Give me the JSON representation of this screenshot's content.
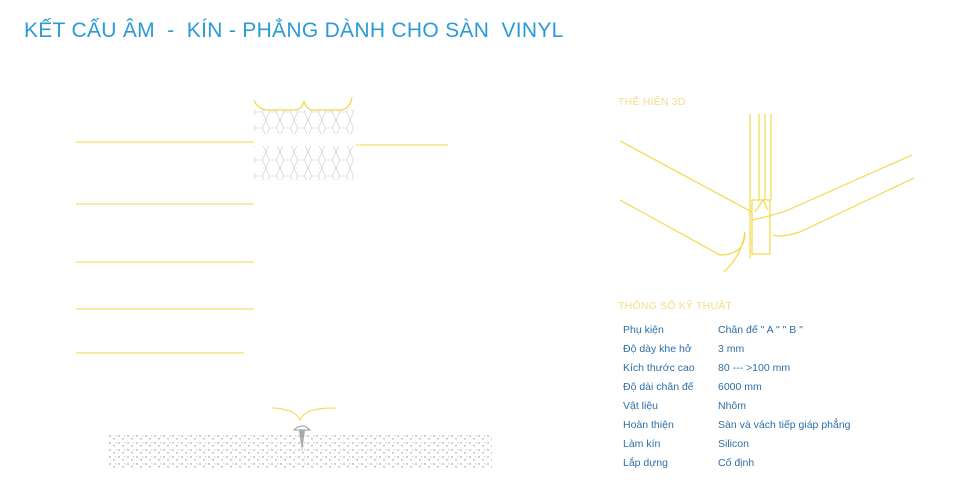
{
  "title": "KẾT CẤU ÂM  -  KÍN - PHẲNG DÀNH CHO SÀN  VINYL",
  "view3d_label": "THỂ HIỆN 3D",
  "specs_label": "THÔNG SỐ KỸ THUẬT",
  "specs": [
    {
      "key": "Phụ kiện",
      "value": "Chân đế \" A \" \" B \""
    },
    {
      "key": "Độ dày khe hở",
      "value": "3 mm"
    },
    {
      "key": "Kích thước cao",
      "value": "80 --- >100 mm"
    },
    {
      "key": "Độ dài chân đế",
      "value": "6000 mm"
    },
    {
      "key": "Vật liệu",
      "value": "Nhôm"
    },
    {
      "key": "Hoàn thiện",
      "value": "Sàn và vách tiếp giáp phẳng"
    },
    {
      "key": "Làm kín",
      "value": "Silicon"
    },
    {
      "key": "Lắp dựng",
      "value": "Cố định"
    }
  ],
  "colors": {
    "accent": "#2a9bd6",
    "line": "#f2d84a",
    "label_pale": "#f3dc88",
    "spec_text": "#2d6fa8"
  }
}
